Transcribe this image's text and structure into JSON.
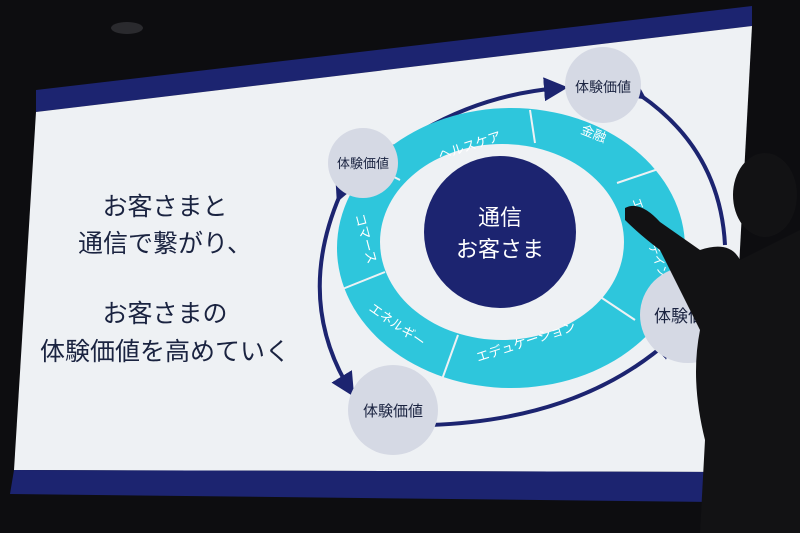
{
  "slide": {
    "headline_lines": [
      "お客さまと",
      "通信で繋がり、",
      "お客さまの",
      "体験価値を高めていく"
    ],
    "center": [
      "通信",
      "お客さま"
    ],
    "segments": [
      "ヘルスケア",
      "金融",
      "エンターテインメント",
      "エデュケーション",
      "エネルギー",
      "コマース"
    ],
    "bubbles": [
      "体験価値",
      "体験価値",
      "体験価値",
      "体験価値"
    ],
    "colors": {
      "navy": "#1c2470",
      "ring": "#2ec6dc",
      "bubble": "#d5d9e4",
      "screen": "#eef1f4",
      "text": "#1a2340"
    }
  }
}
